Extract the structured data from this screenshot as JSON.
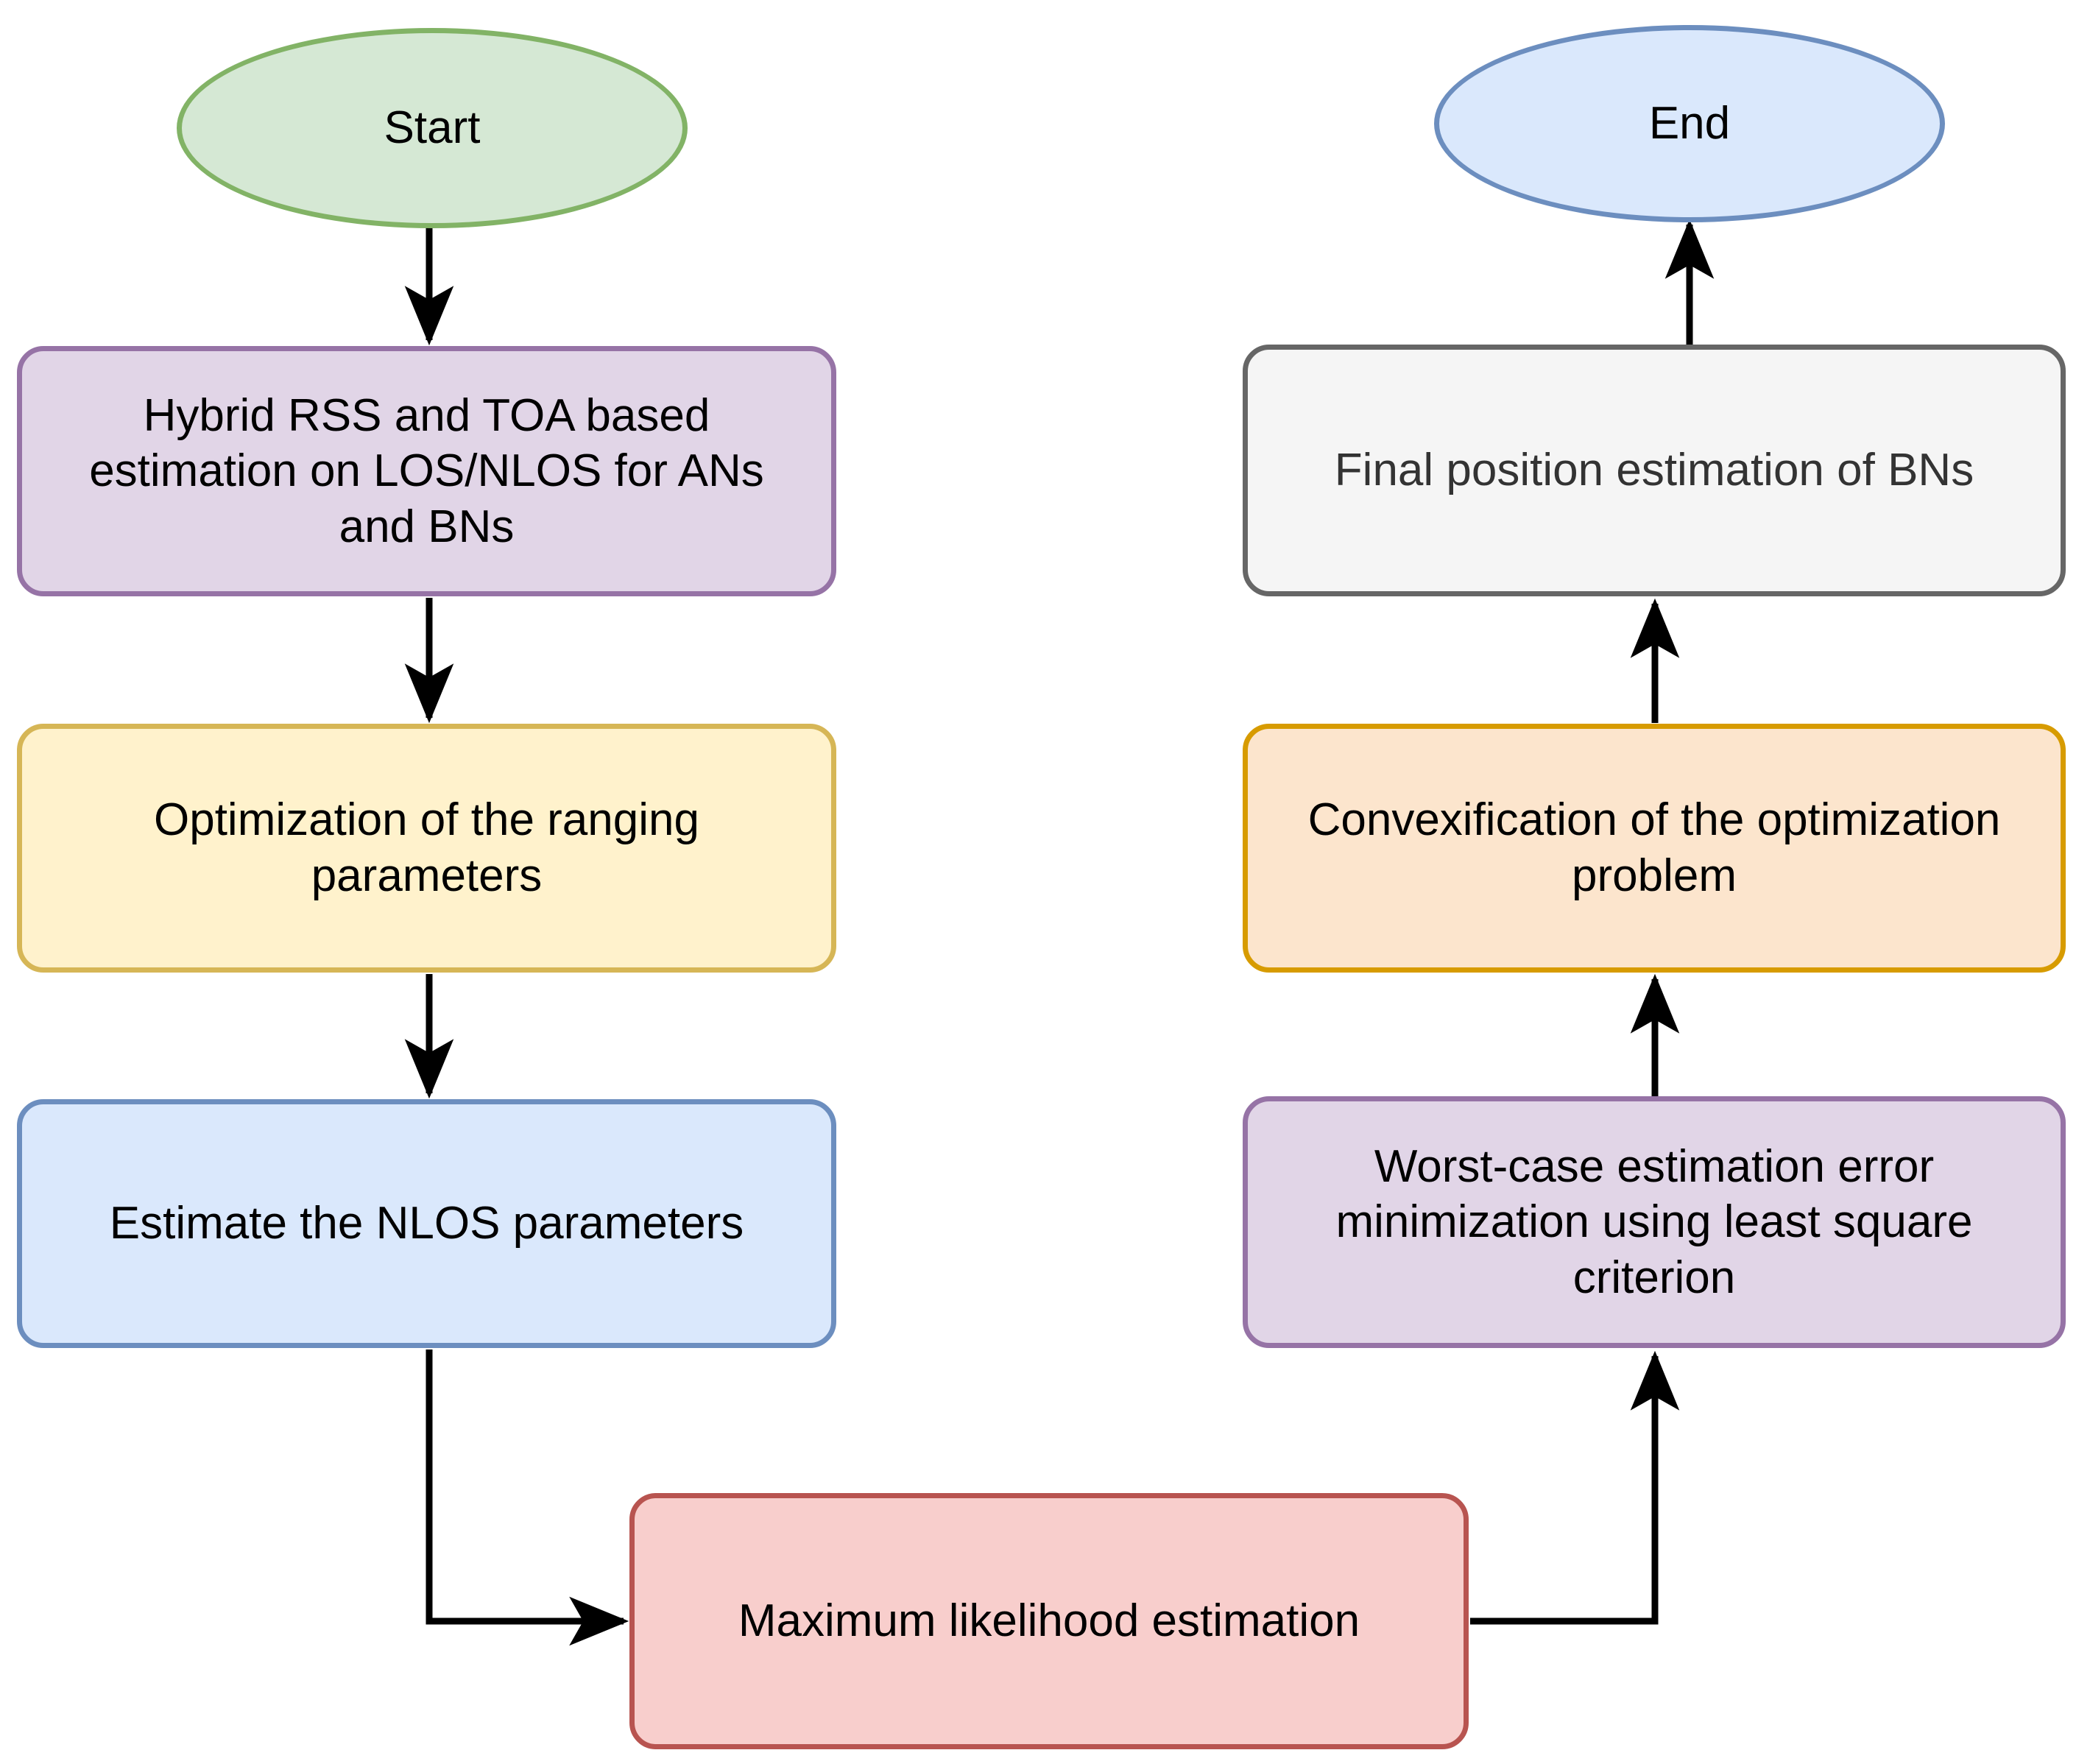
{
  "diagram": {
    "title": "Hybrid RSS/TOA localization flowchart",
    "background": "#ffffff",
    "edge_color": "#000000"
  },
  "nodes": {
    "start": {
      "label": "Start",
      "shape": "ellipse",
      "fill": "#d5e8d4",
      "stroke": "#82b366",
      "text_color": "#000000"
    },
    "end": {
      "label": "End",
      "shape": "ellipse",
      "fill": "#dae8fc",
      "stroke": "#6c8ebf",
      "text_color": "#000000"
    },
    "hybrid": {
      "label": "Hybrid RSS and TOA based estimation on LOS/NLOS for ANs and BNs",
      "shape": "rounded-rect",
      "fill": "#e1d5e7",
      "stroke": "#9673a6",
      "text_color": "#000000"
    },
    "ranging": {
      "label": "Optimization of the ranging parameters",
      "shape": "rounded-rect",
      "fill": "#fff2cc",
      "stroke": "#d6b656",
      "text_color": "#000000"
    },
    "nlos": {
      "label": "Estimate the NLOS parameters",
      "shape": "rounded-rect",
      "fill": "#dae8fc",
      "stroke": "#6c8ebf",
      "text_color": "#000000"
    },
    "ml": {
      "label": "Maximum likelihood estimation",
      "shape": "rounded-rect",
      "fill": "#f8cecc",
      "stroke": "#b85450",
      "text_color": "#000000"
    },
    "worst": {
      "label": "Worst-case estimation error minimization using least square criterion",
      "shape": "rounded-rect",
      "fill": "#e1d5e7",
      "stroke": "#9673a6",
      "text_color": "#000000"
    },
    "convex": {
      "label": "Convexification of the optimization problem",
      "shape": "rounded-rect",
      "fill": "#fce5cd",
      "stroke": "#d79b00",
      "text_color": "#000000"
    },
    "final": {
      "label": "Final position estimation of BNs",
      "shape": "rounded-rect",
      "fill": "#f5f5f5",
      "stroke": "#666666",
      "text_color": "#333333"
    }
  },
  "edges": [
    {
      "from": "start",
      "to": "hybrid",
      "style": "straight-down"
    },
    {
      "from": "hybrid",
      "to": "ranging",
      "style": "straight-down"
    },
    {
      "from": "ranging",
      "to": "nlos",
      "style": "straight-down"
    },
    {
      "from": "nlos",
      "to": "ml",
      "style": "down-then-right"
    },
    {
      "from": "ml",
      "to": "worst",
      "style": "right-then-up"
    },
    {
      "from": "worst",
      "to": "convex",
      "style": "straight-up"
    },
    {
      "from": "convex",
      "to": "final",
      "style": "straight-up"
    },
    {
      "from": "final",
      "to": "end",
      "style": "straight-up"
    }
  ]
}
